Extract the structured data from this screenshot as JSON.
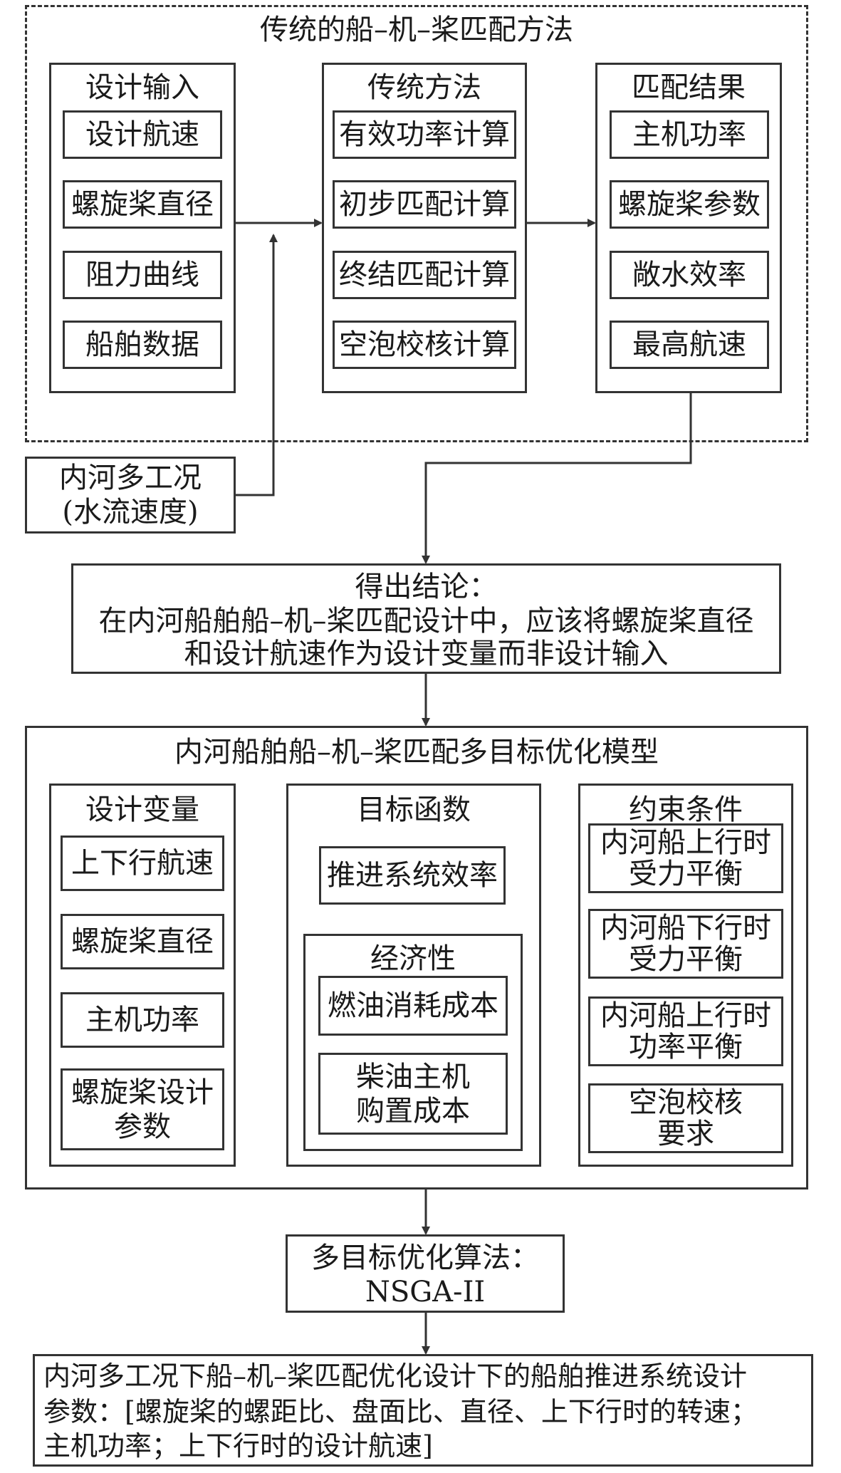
{
  "traditional": {
    "title": "传统的船–机–桨匹配方法",
    "input": {
      "title": "设计输入",
      "items": [
        "设计航速",
        "螺旋桨直径",
        "阻力曲线",
        "船舶数据"
      ]
    },
    "method": {
      "title": "传统方法",
      "items": [
        "有效功率计算",
        "初步匹配计算",
        "终结匹配计算",
        "空泡校核计算"
      ]
    },
    "result": {
      "title": "匹配结果",
      "items": [
        "主机功率",
        "螺旋桨参数",
        "敞水效率",
        "最高航速"
      ]
    }
  },
  "inland_conditions": "内河多工况\n(水流速度)",
  "conclusion": {
    "heading": "得出结论：",
    "line1": "在内河船舶船–机–桨匹配设计中，应该将螺旋桨直径",
    "line2": "和设计航速作为设计变量而非设计输入"
  },
  "model": {
    "title": "内河船舶船–机–桨匹配多目标优化模型",
    "variables": {
      "title": "设计变量",
      "items": [
        "上下行航速",
        "螺旋桨直径",
        "主机功率",
        "螺旋桨设计\n参数"
      ]
    },
    "objectives": {
      "title": "目标函数",
      "efficiency": "推进系统效率",
      "economy": {
        "title": "经济性",
        "items": [
          "燃油消耗成本",
          "柴油主机\n购置成本"
        ]
      }
    },
    "constraints": {
      "title": "约束条件",
      "items": [
        "内河船上行时\n受力平衡",
        "内河船下行时\n受力平衡",
        "内河船上行时\n功率平衡",
        "空泡校核\n要求"
      ]
    }
  },
  "algorithm": {
    "line1": "多目标优化算法：",
    "line2": "NSGA-II"
  },
  "output": {
    "line1": "内河多工况下船–机–桨匹配优化设计下的船舶推进系统设计",
    "line2": "参数：[螺旋桨的螺距比、盘面比、直径、上下行时的转速；",
    "line3": "主机功率；上下行时的设计航速]"
  }
}
